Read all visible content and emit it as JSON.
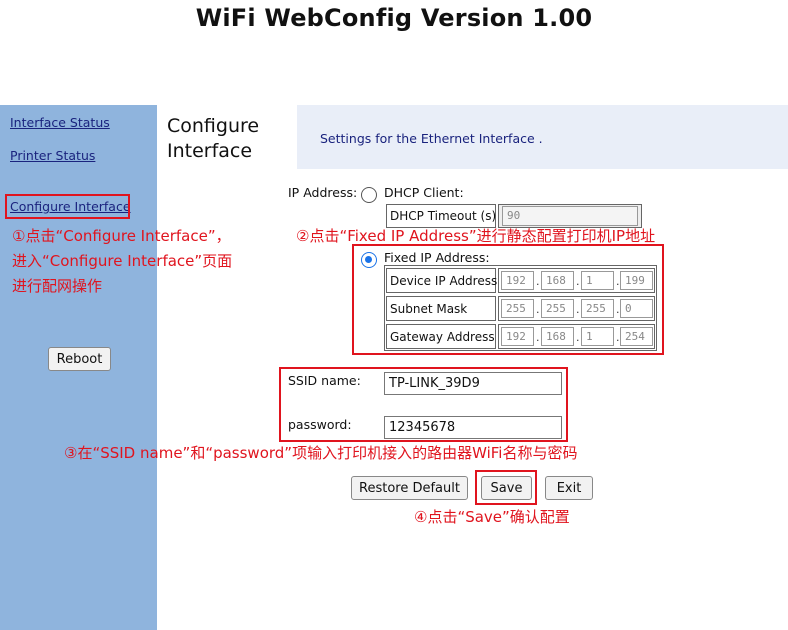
{
  "title": "WiFi WebConfig Version 1.00",
  "sidebar": {
    "interface_status": "Interface Status",
    "printer_status": "Printer Status",
    "configure_interface": "Configure Interface",
    "reboot": "Reboot"
  },
  "header": {
    "title_line1": "Configure",
    "title_line2": "Interface",
    "description": "Settings for the Ethernet Interface ."
  },
  "ip": {
    "label": "IP Address:",
    "dhcp_label": "DHCP Client:",
    "dhcp_timeout_label": "DHCP Timeout (s)",
    "dhcp_timeout_value": "90",
    "fixed_label": "Fixed IP Address:",
    "device_ip_label": "Device IP Address",
    "device_ip": [
      "192",
      "168",
      "1",
      "199"
    ],
    "subnet_label": "Subnet Mask",
    "subnet": [
      "255",
      "255",
      "255",
      "0"
    ],
    "gateway_label": "Gateway Address",
    "gateway": [
      "192",
      "168",
      "1",
      "254"
    ]
  },
  "wifi": {
    "ssid_label": "SSID name:",
    "ssid_value": "TP-LINK_39D9",
    "password_label": "password:",
    "password_value": "12345678"
  },
  "buttons": {
    "restore": "Restore Default",
    "save": "Save",
    "exit": "Exit"
  },
  "annotations": {
    "step1_line1": "①点击“Configure Interface”，",
    "step1_line2": "进入“Configure Interface”页面",
    "step1_line3": "进行配网操作",
    "step2": "②点击“Fixed IP Address”进行静态配置打印机IP地址",
    "step3": "③在“SSID name”和“password”项输入打印机接入的路由器WiFi名称与密码",
    "step4": "④点击“Save”确认配置"
  },
  "colors": {
    "sidebar_bg": "#8fb4dd",
    "header_bg": "#e9eef8",
    "annotation_red": "#e0141e",
    "link": "#1a237e"
  }
}
